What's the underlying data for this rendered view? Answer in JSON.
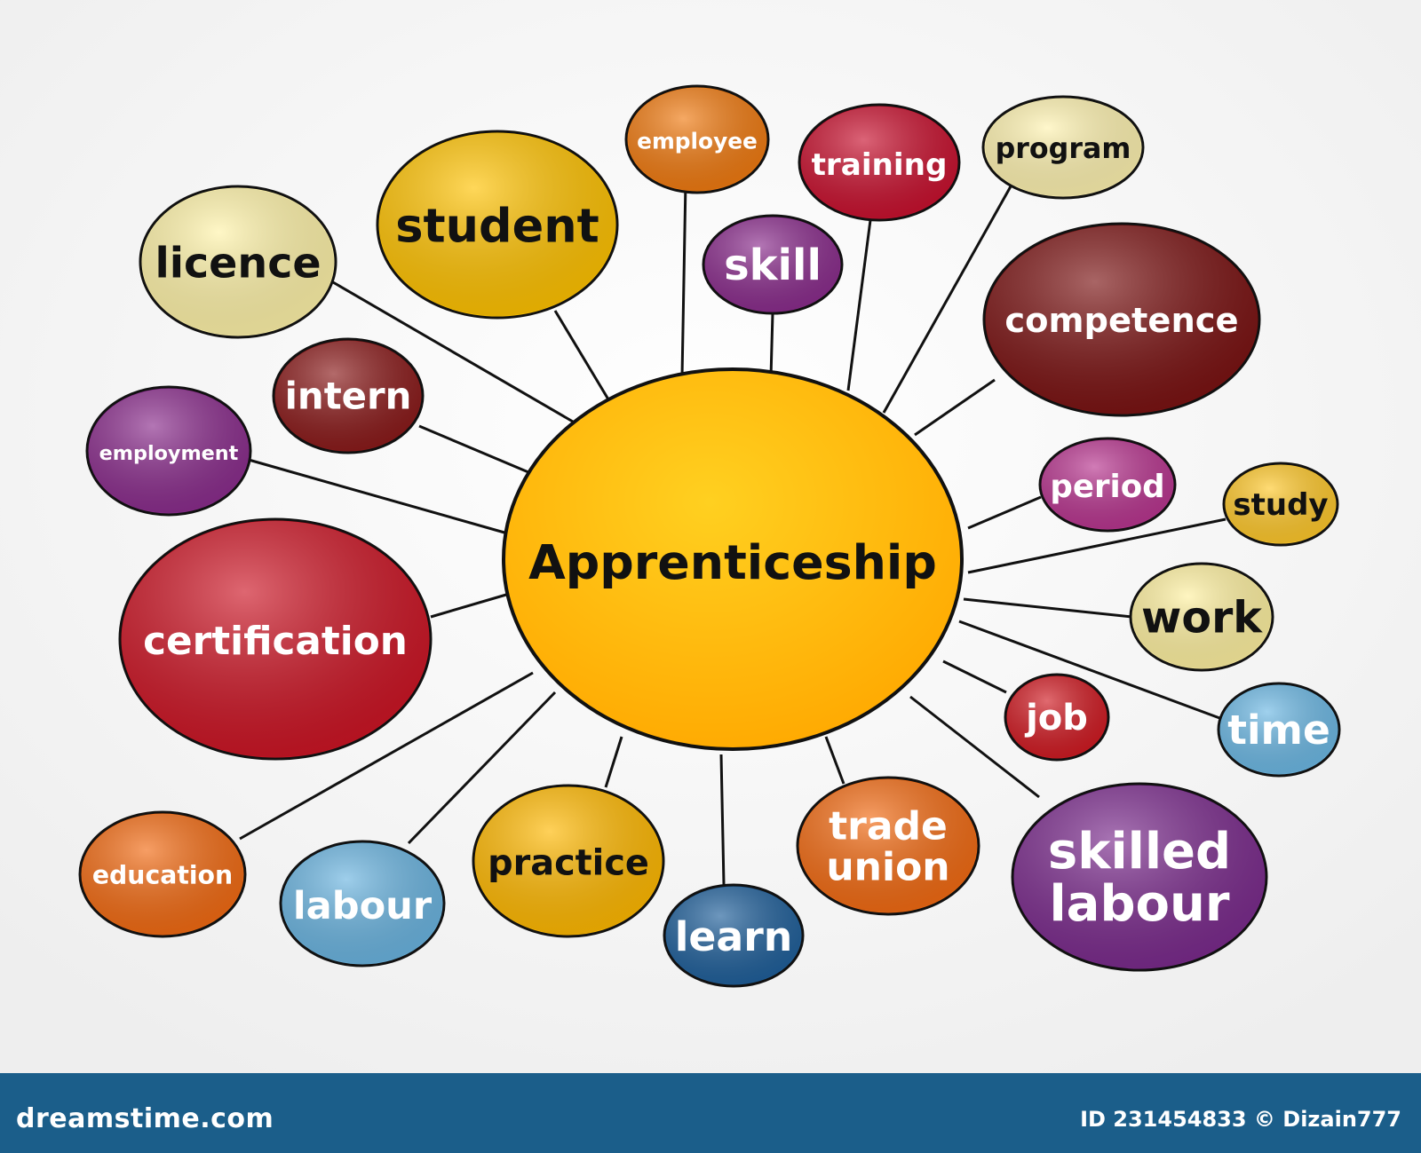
{
  "center": {
    "label": "Apprenticeship"
  },
  "nodes": [
    {
      "id": "employee",
      "lines": [
        "employee"
      ],
      "fill": "#f07a10",
      "text": "#ffffff"
    },
    {
      "id": "training",
      "lines": [
        "training"
      ],
      "fill": "#c8102e",
      "text": "#ffffff"
    },
    {
      "id": "program",
      "lines": [
        "program"
      ],
      "fill": "#fff3b0",
      "text": "#111111"
    },
    {
      "id": "student",
      "lines": [
        "student"
      ],
      "fill": "#ffc200",
      "text": "#111111"
    },
    {
      "id": "licence",
      "lines": [
        "licence"
      ],
      "fill": "#fff3a8",
      "text": "#111111"
    },
    {
      "id": "skill",
      "lines": [
        "skill"
      ],
      "fill": "#8a2c8c",
      "text": "#ffffff"
    },
    {
      "id": "competence",
      "lines": [
        "competence"
      ],
      "fill": "#7a1212",
      "text": "#ffffff"
    },
    {
      "id": "intern",
      "lines": [
        "intern"
      ],
      "fill": "#8a1a1a",
      "text": "#ffffff"
    },
    {
      "id": "employment",
      "lines": [
        "employment"
      ],
      "fill": "#8a2c8c",
      "text": "#ffffff"
    },
    {
      "id": "period",
      "lines": [
        "period"
      ],
      "fill": "#b8358f",
      "text": "#ffffff"
    },
    {
      "id": "study",
      "lines": [
        "study"
      ],
      "fill": "#ffc82a",
      "text": "#111111"
    },
    {
      "id": "certification",
      "lines": [
        "certification"
      ],
      "fill": "#cc1424",
      "text": "#ffffff"
    },
    {
      "id": "work",
      "lines": [
        "work"
      ],
      "fill": "#fff1a0",
      "text": "#111111"
    },
    {
      "id": "job",
      "lines": [
        "job"
      ],
      "fill": "#d01a22",
      "text": "#ffffff"
    },
    {
      "id": "time",
      "lines": [
        "time"
      ],
      "fill": "#6cb8e4",
      "text": "#ffffff"
    },
    {
      "id": "education",
      "lines": [
        "education"
      ],
      "fill": "#f26a12",
      "text": "#ffffff"
    },
    {
      "id": "labour",
      "lines": [
        "labour"
      ],
      "fill": "#6ab4e0",
      "text": "#ffffff"
    },
    {
      "id": "practice",
      "lines": [
        "practice"
      ],
      "fill": "#ffb800",
      "text": "#111111"
    },
    {
      "id": "learn",
      "lines": [
        "learn"
      ],
      "fill": "#1f5f9a",
      "text": "#ffffff"
    },
    {
      "id": "trade-union",
      "lines": [
        "trade",
        "union"
      ],
      "fill": "#f26a12",
      "text": "#ffffff"
    },
    {
      "id": "skilled-labour",
      "lines": [
        "skilled",
        "labour"
      ],
      "fill": "#7a2a8c",
      "text": "#ffffff"
    }
  ],
  "footer": {
    "left": "dreamstime.com",
    "right": "ID 231454833 © Dizain777"
  },
  "colors": {
    "center_fill": "#ffb400",
    "outline": "#111111",
    "footer_bg": "#1b5e8a"
  }
}
